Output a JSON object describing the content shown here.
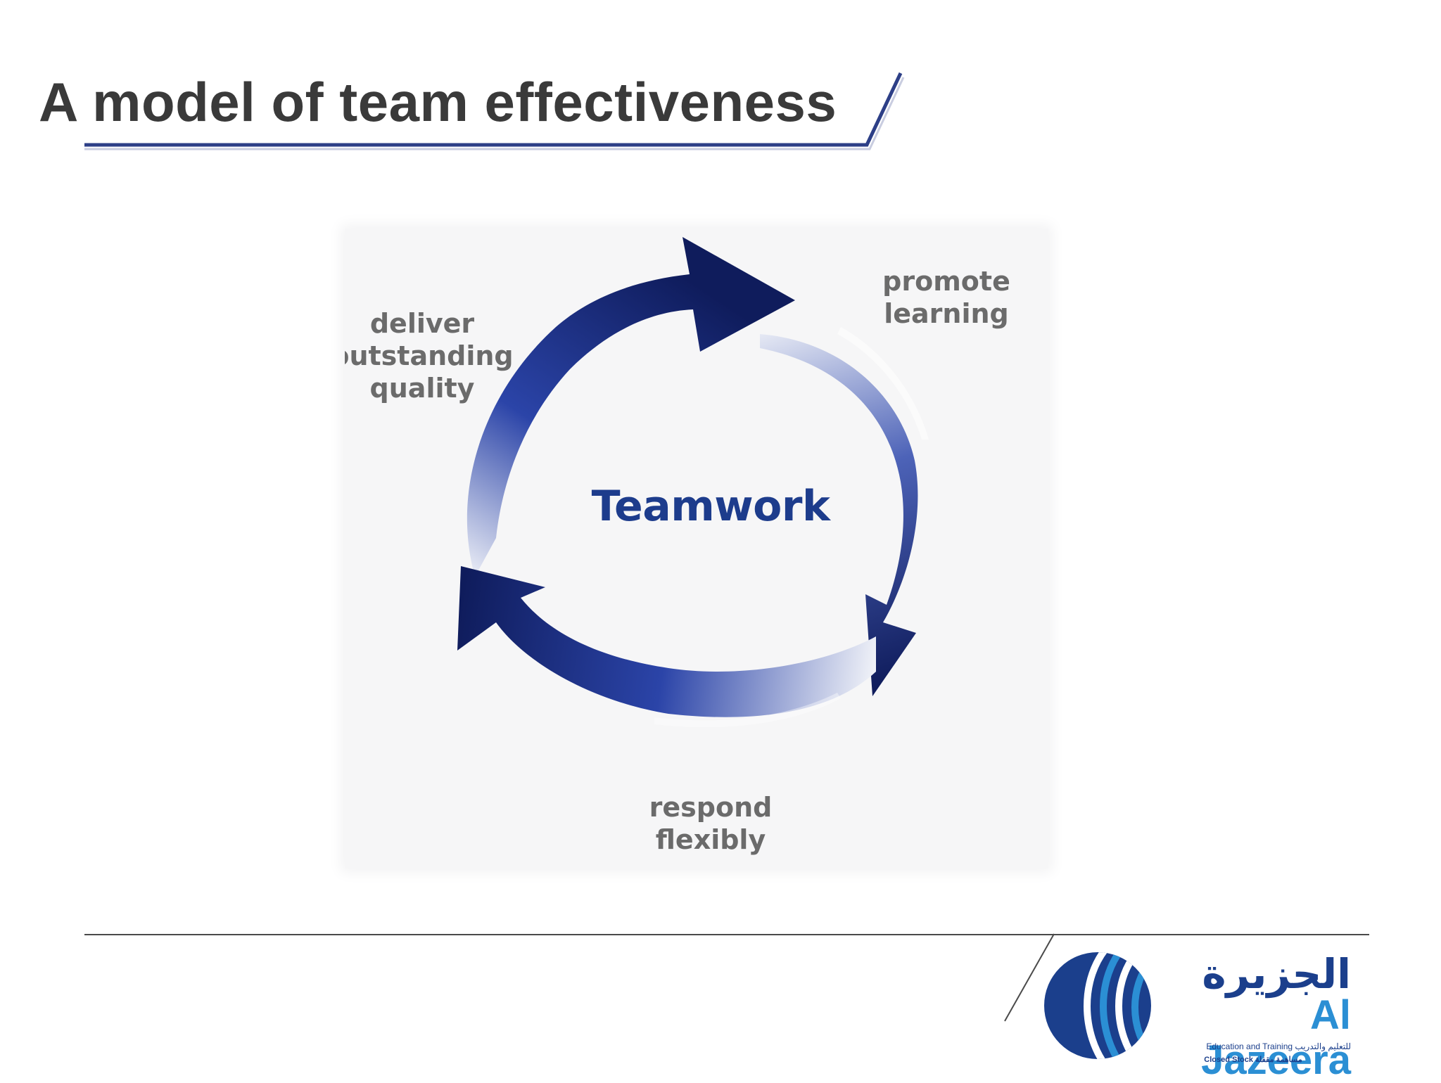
{
  "slide": {
    "title": "A model of team effectiveness"
  },
  "diagram": {
    "center": "Teamwork",
    "labels": {
      "deliver": [
        "deliver",
        "outstanding",
        "quality"
      ],
      "promote": [
        "promote",
        "learning"
      ],
      "respond": [
        "respond",
        "flexibly"
      ]
    },
    "colors": {
      "arrow_dark": "#0f1c5c",
      "arrow_mid": "#2b44a8",
      "arrow_light": "#e8ecf6",
      "center_text": "#1d3c8c",
      "label_text": "#6b6b6b"
    }
  },
  "logo": {
    "arabic": "الجزيرة",
    "name": "Al Jazeera",
    "tagline_en": "Education and Training",
    "tagline_ar": "للتعليم والتدريب",
    "status_en": "Closed Stock",
    "status_ar": "مساهمة مقفلة",
    "colors": {
      "navy": "#1b3f8c",
      "blue": "#2b8fd4"
    }
  }
}
